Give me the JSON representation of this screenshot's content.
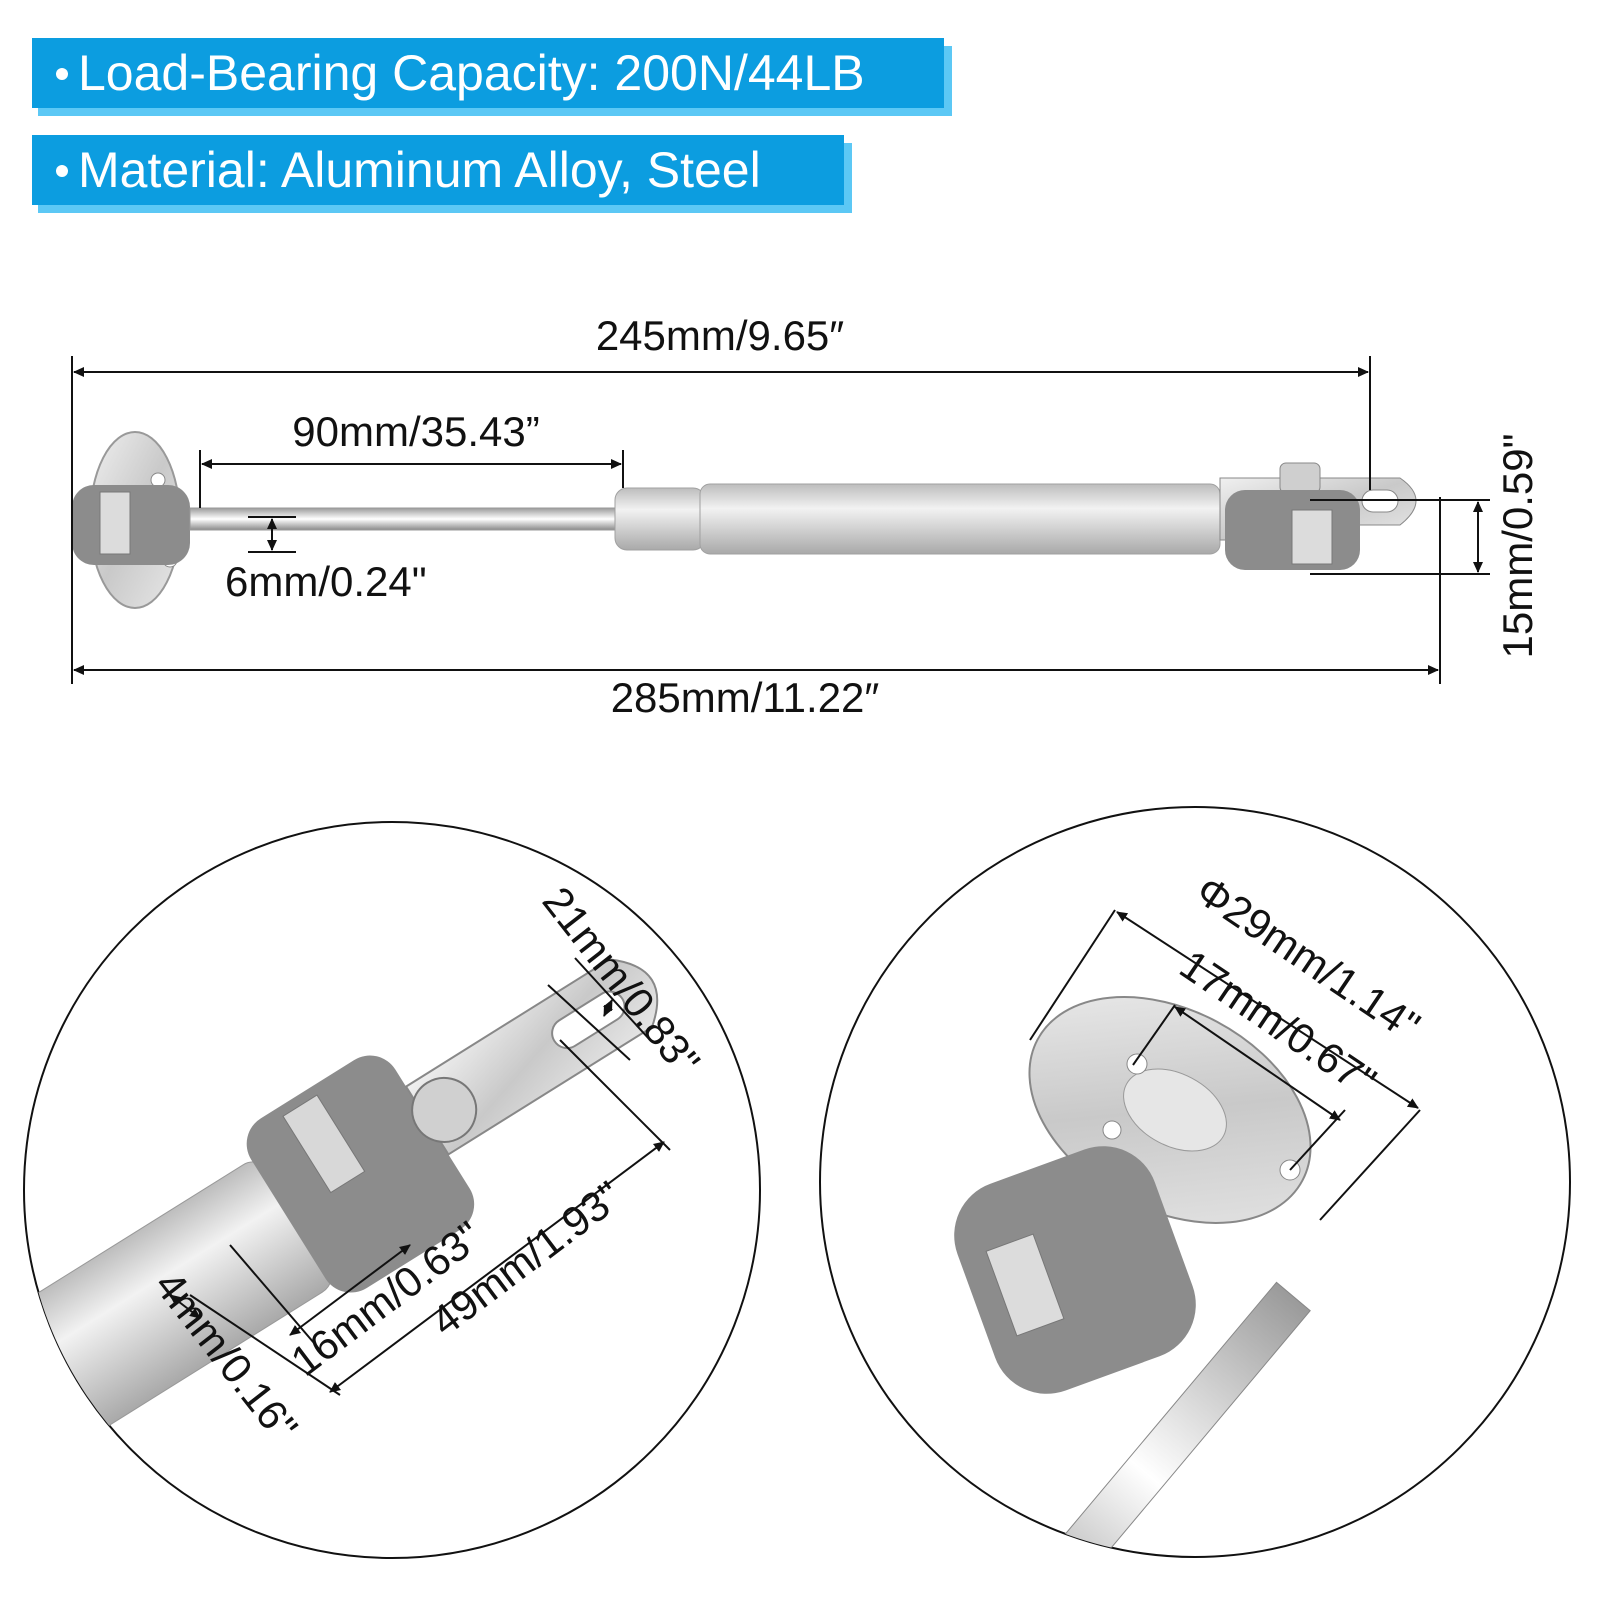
{
  "badges": [
    {
      "text": "Load-Bearing Capacity: 200N/44LB"
    },
    {
      "text": "Material: Aluminum Alloy, Steel"
    }
  ],
  "dimensions": {
    "overall_with_bracket": "245mm/9.65″",
    "stroke": "90mm/35.43”",
    "rod_diameter": "6mm/0.24\"",
    "overall_length": "285mm/11.22″",
    "body_diameter": "15mm/0.59\""
  },
  "detail_left": {
    "bracket_width": "21mm/0.83\"",
    "slot_length": "16mm/0.63\"",
    "bracket_length": "49mm/1.93\"",
    "slot_width": "4mm/0.16\""
  },
  "detail_right": {
    "plate_diameter": "Φ29mm/1.14\"",
    "hole_spacing": "17mm/0.67\""
  },
  "colors": {
    "badge": "#0c9de0",
    "badge_shadow": "#5cc8f5",
    "cap_gray": "#8c8c8c",
    "tube_silver": "#d6d6d6"
  }
}
